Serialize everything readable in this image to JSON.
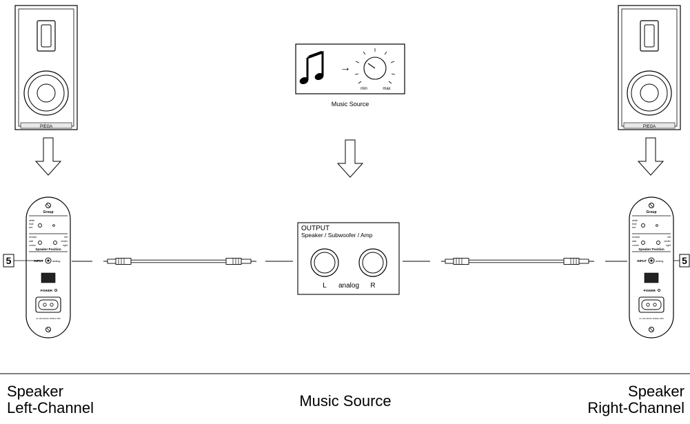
{
  "speaker_brand": "PIEGA",
  "music_source_box": {
    "label": "Music Source",
    "knob_min": "min",
    "knob_max": "max",
    "arrow": "→"
  },
  "output_panel": {
    "title": "OUTPUT",
    "subtitle": "Speaker / Subwoofer / Amp",
    "left_label": "L",
    "center_label": "analog",
    "right_label": "R"
  },
  "amp_panel": {
    "group_label": "Group",
    "group_options": [
      "white",
      "blue",
      "red"
    ],
    "position_left_options": [
      "neutral",
      "wall",
      "corner"
    ],
    "position_right_options": [
      "left",
      "center",
      "right"
    ],
    "speaker_position_label": "Speaker Position",
    "input_label": "INPUT",
    "input_type": "analog",
    "power_label": "POWER",
    "fineprint": "AC 100-240VAC 50/60Hz  30W"
  },
  "callout_number": "5",
  "captions": {
    "left": [
      "Speaker",
      "Left-Channel"
    ],
    "center": "Music Source",
    "right": [
      "Speaker",
      "Right-Channel"
    ]
  }
}
